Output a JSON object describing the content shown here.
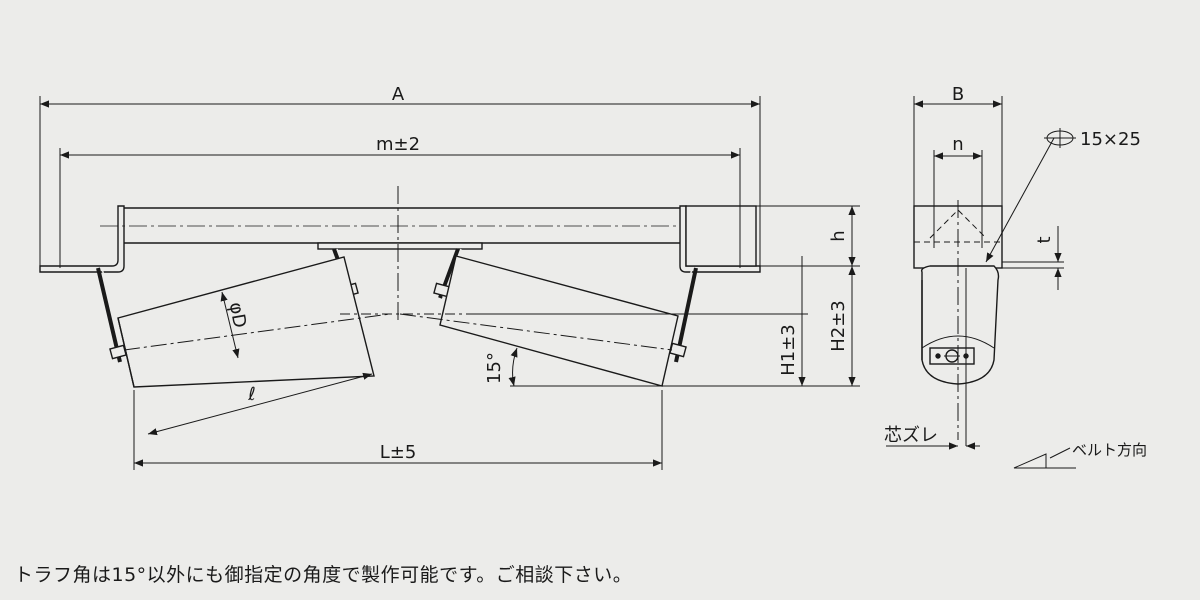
{
  "labels": {
    "A": "A",
    "m": "m±2",
    "L": "L±5",
    "ell": "ℓ",
    "phiD": "φD",
    "h": "h",
    "H1": "H1±3",
    "H2": "H2±3",
    "angle": "15°",
    "B": "B",
    "n": "n",
    "slot": "15×25",
    "t": "t",
    "offset": "芯ズレ",
    "belt_direction": "ベルト方向"
  },
  "caption": "トラフ角は15°以外にも御指定の角度で製作可能です。ご相談下さい。"
}
